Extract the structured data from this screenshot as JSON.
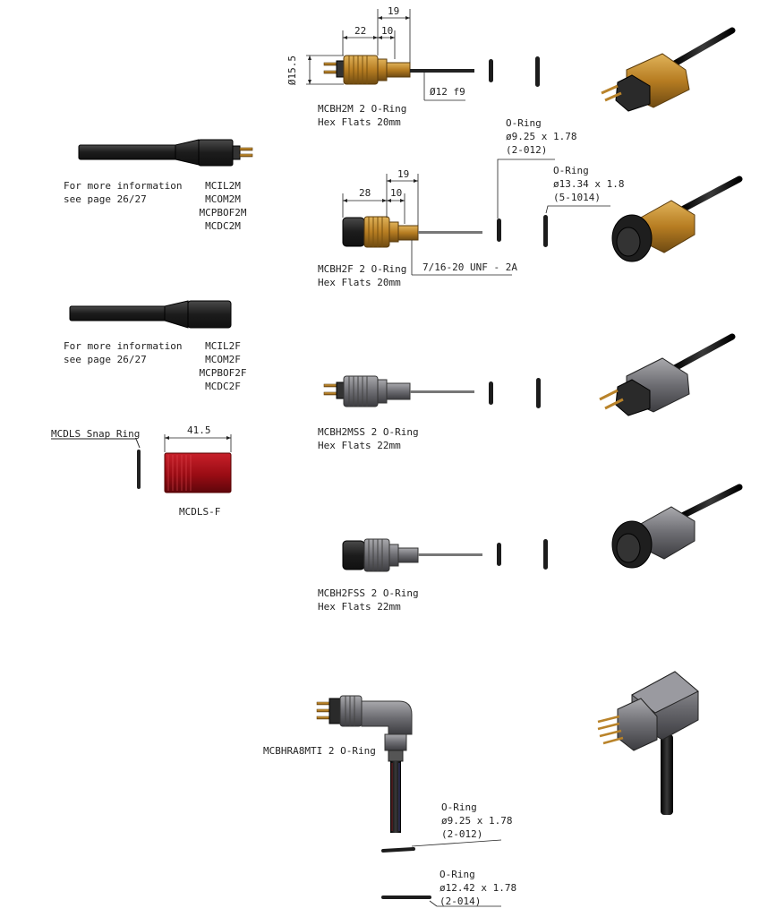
{
  "cables": [
    {
      "info": [
        "For more information",
        "see page 26/27"
      ],
      "parts": [
        "MCIL2M",
        "MCOM2M",
        "MCPBOF2M",
        "MCDC2M"
      ]
    },
    {
      "info": [
        "For more information",
        "see page 26/27"
      ],
      "parts": [
        "MCIL2F",
        "MCOM2F",
        "MCPBOF2F",
        "MCDC2F"
      ]
    }
  ],
  "snap_ring": {
    "label": "MCDLS Snap Ring",
    "dim": "41.5",
    "part": "MCDLS-F"
  },
  "bulkheads": [
    {
      "title": "MCBH2M 2 O-Ring",
      "hex": "Hex Flats 20mm"
    },
    {
      "title": "MCBH2F 2 O-Ring",
      "hex": "Hex Flats 20mm"
    },
    {
      "title": "MCBH2MSS 2 O-Ring",
      "hex": "Hex Flats 22mm"
    },
    {
      "title": "MCBH2FSS 2 O-Ring",
      "hex": "Hex Flats 22mm"
    }
  ],
  "right_angle": {
    "title": "MCBHRA8MTI 2 O-Ring"
  },
  "dims": {
    "mcbh2m": {
      "d19": "19",
      "d22": "22",
      "d10": "10",
      "dia": "Ø15.5",
      "shaft": "Ø12 f9"
    },
    "mcbh2f": {
      "d19": "19",
      "d28": "28",
      "d10": "10",
      "thread": "7/16-20 UNF - 2A"
    }
  },
  "orings": [
    {
      "title": "O-Ring",
      "size": "ø9.25 x 1.78",
      "code": "(2-012)"
    },
    {
      "title": "O-Ring",
      "size": "ø13.34 x 1.8",
      "code": "(5-1014)"
    },
    {
      "title": "O-Ring",
      "size": "ø9.25 x 1.78",
      "code": "(2-012)"
    },
    {
      "title": "O-Ring",
      "size": "ø12.42 x 1.78",
      "code": "(2-014)"
    }
  ],
  "colors": {
    "brass": "#c08a2a",
    "steel": "#6e6e72",
    "red": "#b0101a",
    "black": "#1f1f1f"
  }
}
